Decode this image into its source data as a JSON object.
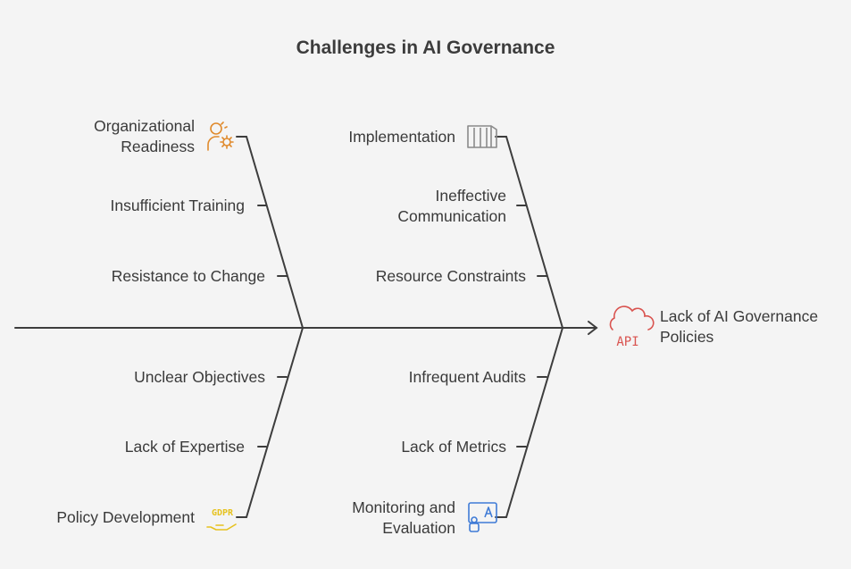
{
  "title": "Challenges in AI Governance",
  "head": {
    "label_line1": "Lack of AI Governance",
    "label_line2": "Policies",
    "icon": "cloud-api-icon",
    "color": "#d9534f"
  },
  "categories": {
    "organizational_readiness": {
      "line1": "Organizational",
      "line2": "Readiness",
      "icon": "person-gear-icon",
      "color": "#e08a2c"
    },
    "implementation": {
      "label": "Implementation",
      "icon": "server-columns-icon",
      "color": "#8a8a8a"
    },
    "policy_development": {
      "label": "Policy Development",
      "icon": "gdpr-hand-icon",
      "color": "#e6c21e"
    },
    "monitoring_evaluation": {
      "line1": "Monitoring and",
      "line2": "Evaluation",
      "icon": "ai-assistant-icon",
      "color": "#3f7bd6"
    }
  },
  "causes": {
    "insufficient_training": "Insufficient Training",
    "resistance_to_change": "Resistance to Change",
    "ineffective_communication_1": "Ineffective",
    "ineffective_communication_2": "Communication",
    "resource_constraints": "Resource Constraints",
    "unclear_objectives": "Unclear Objectives",
    "lack_of_expertise": "Lack of Expertise",
    "infrequent_audits": "Infrequent Audits",
    "lack_of_metrics": "Lack of Metrics"
  },
  "icon_text": {
    "gdpr": "GDPR",
    "api": "API"
  }
}
